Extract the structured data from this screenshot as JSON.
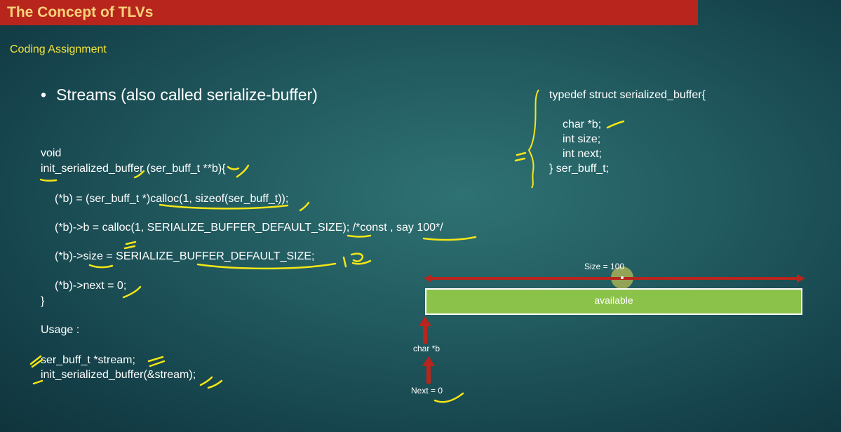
{
  "header": {
    "title": "The Concept of TLVs"
  },
  "subtitle": "Coding Assignment",
  "bullet": "Streams (also called serialize-buffer)",
  "code": {
    "void": "void",
    "signature": "init_serialized_buffer (ser_buff_t **b){",
    "line1": "(*b) = (ser_buff_t *)calloc(1, sizeof(ser_buff_t));",
    "line2": "(*b)->b = calloc(1, SERIALIZE_BUFFER_DEFAULT_SIZE); /*const , say 100*/",
    "line3": "(*b)->size = SERIALIZE_BUFFER_DEFAULT_SIZE;",
    "line4": "(*b)->next = 0;",
    "close": "}",
    "usage_label": "Usage :",
    "usage1": "ser_buff_t *stream;",
    "usage2": "init_serialized_buffer(&stream);"
  },
  "struct": {
    "line0": "typedef struct serialized_buffer{",
    "line1": "char *b;",
    "line2": "int size;",
    "line3": "int next;",
    "line4": "} ser_buff_t;"
  },
  "diagram": {
    "size_label": "Size = 100",
    "available_label": "available",
    "char_b_label": "char *b",
    "next_label": "Next = 0"
  },
  "colors": {
    "title_bar": "#b8251c",
    "title_text": "#f7d27a",
    "subtitle": "#f2e33b",
    "annotation": "#f5e617",
    "arrow": "#b8251c",
    "buffer": "#8bc34a"
  }
}
